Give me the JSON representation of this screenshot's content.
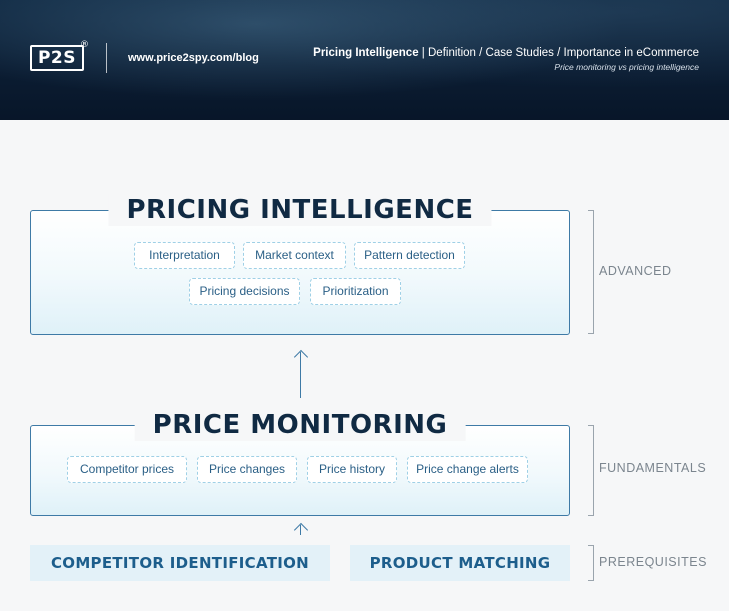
{
  "header": {
    "logo_text": "P2S",
    "logo_mark": "®",
    "url": "www.price2spy.com/blog",
    "title_bold": "Pricing Intelligence",
    "title_rest": " | Definition / Case Studies / Importance in eCommerce",
    "subtitle": "Price monitoring vs pricing intelligence"
  },
  "advanced": {
    "title": "PRICING INTELLIGENCE",
    "items": [
      "Interpretation",
      "Market context",
      "Pattern detection",
      "Pricing decisions",
      "Prioritization"
    ],
    "level": "ADVANCED"
  },
  "fundamentals": {
    "title": "PRICE MONITORING",
    "items": [
      "Competitor prices",
      "Price changes",
      "Price history",
      "Price change alerts"
    ],
    "level": "FUNDAMENTALS"
  },
  "prerequisites": {
    "items": [
      "COMPETITOR IDENTIFICATION",
      "PRODUCT MATCHING"
    ],
    "level": "PREREQUISITES"
  },
  "colors": {
    "banner": "#0b1d33",
    "panel_border": "#3e7aa6",
    "title_text": "#102a43",
    "chip_text": "#2a5f86",
    "chip_border": "#9fd0e6",
    "prereq_bg": "#e3f1f8",
    "prereq_text": "#1d5e8c",
    "level_text": "#7b858e"
  }
}
